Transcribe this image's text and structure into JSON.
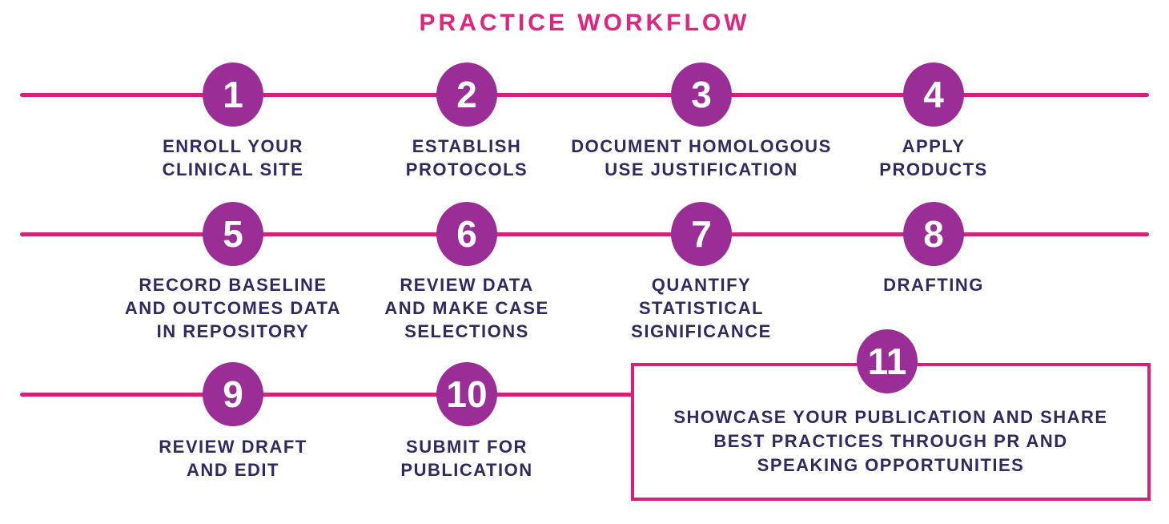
{
  "title": "PRACTICE WORKFLOW",
  "colors": {
    "title_pink": "#E02580",
    "line_pink": "#D91F76",
    "circle_purple": "#9A2E96",
    "label_navy": "#302A62",
    "background": "#FFFFFF"
  },
  "chart_data": {
    "type": "flowchart-timeline",
    "rows": 3,
    "title": "PRACTICE WORKFLOW"
  },
  "steps": [
    {
      "number": "1",
      "label": "ENROLL YOUR\nCLINICAL SITE"
    },
    {
      "number": "2",
      "label": "ESTABLISH\nPROTOCOLS"
    },
    {
      "number": "3",
      "label": "DOCUMENT HOMOLOGOUS\nUSE JUSTIFICATION"
    },
    {
      "number": "4",
      "label": "APPLY\nPRODUCTS"
    },
    {
      "number": "5",
      "label": "RECORD BASELINE\nAND OUTCOMES DATA\nIN REPOSITORY"
    },
    {
      "number": "6",
      "label": "REVIEW DATA\nAND MAKE CASE\nSELECTIONS"
    },
    {
      "number": "7",
      "label": "QUANTIFY\nSTATISTICAL\nSIGNIFICANCE"
    },
    {
      "number": "8",
      "label": "DRAFTING"
    },
    {
      "number": "9",
      "label": "REVIEW DRAFT\nAND EDIT"
    },
    {
      "number": "10",
      "label": "SUBMIT FOR\nPUBLICATION"
    },
    {
      "number": "11",
      "label": "SHOWCASE YOUR PUBLICATION AND SHARE\nBEST PRACTICES THROUGH PR AND\nSPEAKING OPPORTUNITIES"
    }
  ]
}
